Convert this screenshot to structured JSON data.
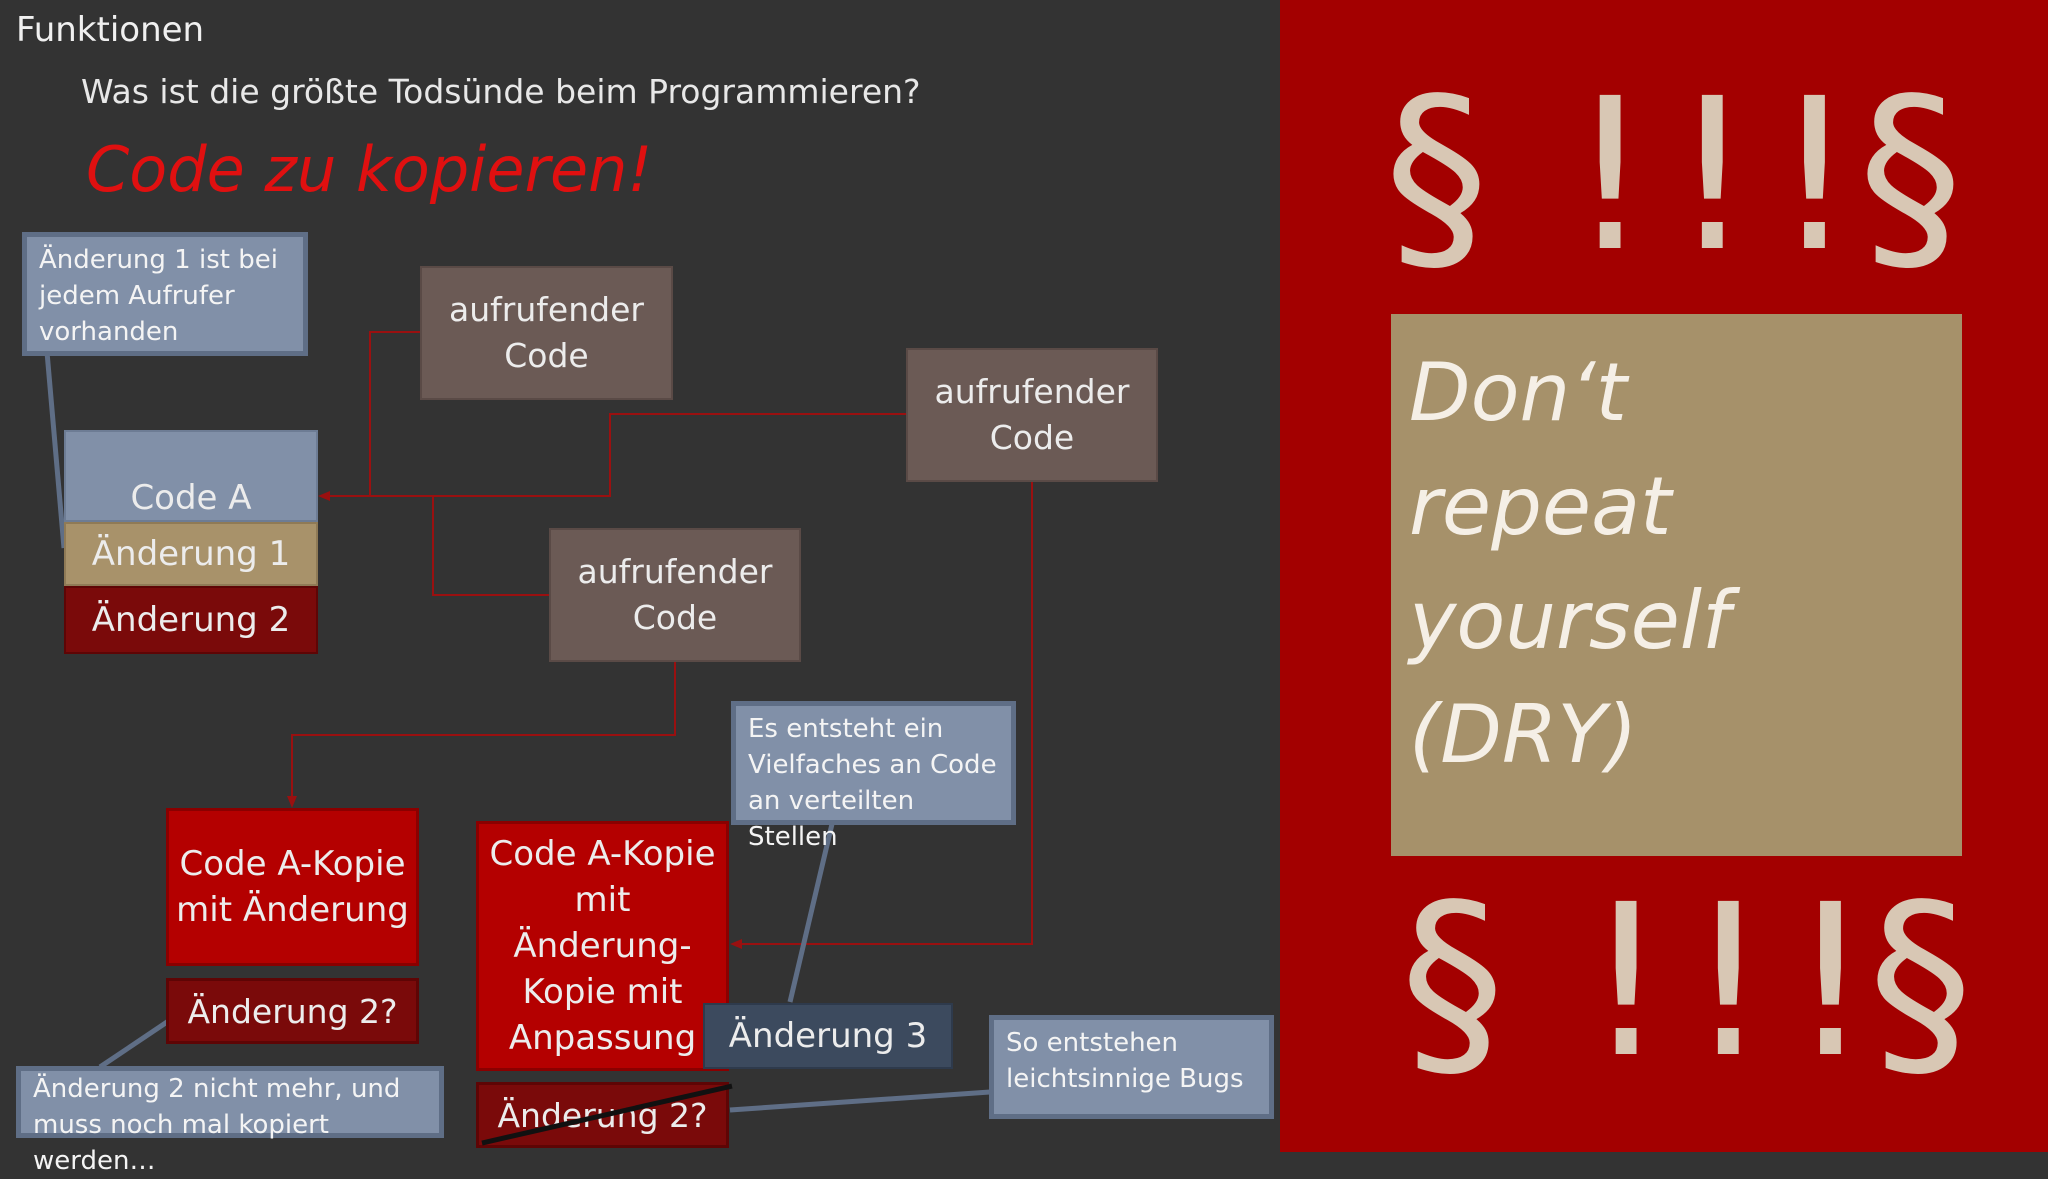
{
  "slide": {
    "section_title": "Funktionen",
    "question": "Was ist die größte Todsünde beim Programmieren?",
    "answer": "Code zu kopieren!"
  },
  "diagram": {
    "callers": [
      "aufrufender\nCode",
      "aufrufender\nCode",
      "aufrufender\nCode"
    ],
    "code_a": "Code A",
    "aenderung_1": "Änderung 1",
    "aenderung_2": "Änderung 2",
    "copy_1": "Code A-Kopie\nmit Änderung",
    "copy_1_question": "Änderung 2?",
    "copy_2": "Code A-Kopie\nmit\nÄnderung-\nKopie mit\nAnpassung",
    "aenderung_3": "Änderung 3",
    "copy_2_question": "Änderung 2?",
    "notes": {
      "note_aenderung_1": "Änderung 1 ist bei\njedem Aufrufer\nvorhanden",
      "note_vielfaches": "Es entsteht ein\nVielfaches an Code\nan verteilten Stellen",
      "note_aenderung_2": "Änderung 2 nicht mehr, und\nmuss noch mal kopiert werden…",
      "note_bugs": "So entstehen\nleichtsinnige Bugs"
    }
  },
  "sidebar": {
    "symbols_top": [
      "§",
      "!!!",
      "§"
    ],
    "symbols_bottom": [
      "§",
      "!!!",
      "§"
    ],
    "dry_text": "Don‘t\nrepeat\nyourself\n(DRY)"
  },
  "colors": {
    "background": "#333333",
    "right_panel": "#a30000",
    "answer_red": "#e01010",
    "connector": "#9a1010",
    "note_blue": "#8190a8",
    "dry_tan": "#a6916a"
  }
}
